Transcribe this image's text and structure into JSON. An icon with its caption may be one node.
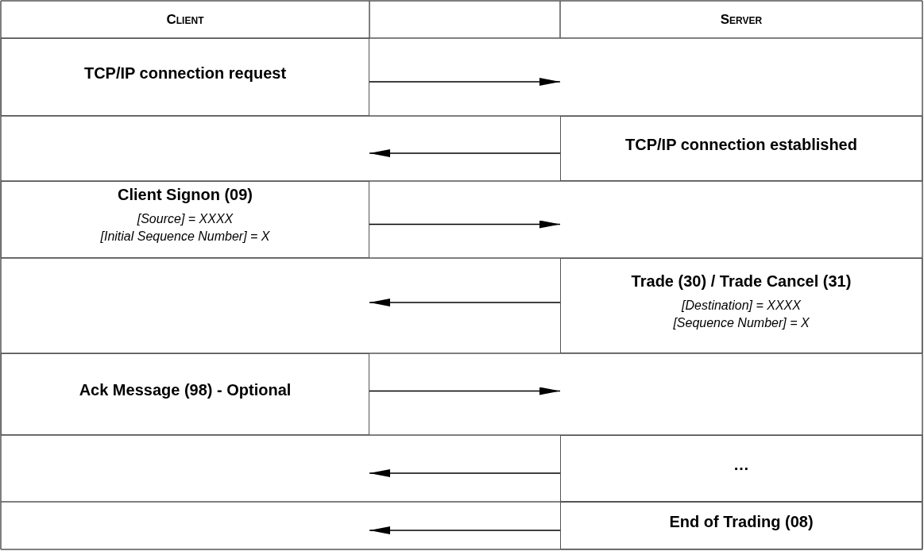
{
  "diagram": {
    "nodes": [
      {
        "text": [
          "TCP/IP connection request"
        ]
      },
      {
        "text": [
          "TCP/IP connection established"
        ]
      },
      {
        "text": [
          "Client Signon (09)",
          "[Source] = XXXX",
          "[Initial Sequence Number] = X"
        ]
      },
      {
        "text": [
          "Trade (30) / Trade Cancel (31)",
          "[Destination] = XXXX",
          "[Sequence Number] = X"
        ]
      },
      {
        "text": [
          "Ack Message (98) - Optional"
        ]
      },
      {
        "text": [
          "…"
        ]
      },
      {
        "text": [
          "End of Trading (08)"
        ]
      }
    ],
    "edges": [
      {
        "from": 0,
        "to": null,
        "arrow": "to"
      },
      {
        "from": 1,
        "to": null,
        "arrow": "to"
      },
      {
        "from": 2,
        "to": null,
        "arrow": "to"
      },
      {
        "from": 3,
        "to": null,
        "arrow": "to"
      },
      {
        "from": 4,
        "to": null,
        "arrow": "to"
      },
      {
        "from": 5,
        "to": null,
        "arrow": "to"
      },
      {
        "from": 6,
        "to": null,
        "arrow": "to"
      }
    ],
    "labels": [
      "Client",
      "Server"
    ]
  }
}
